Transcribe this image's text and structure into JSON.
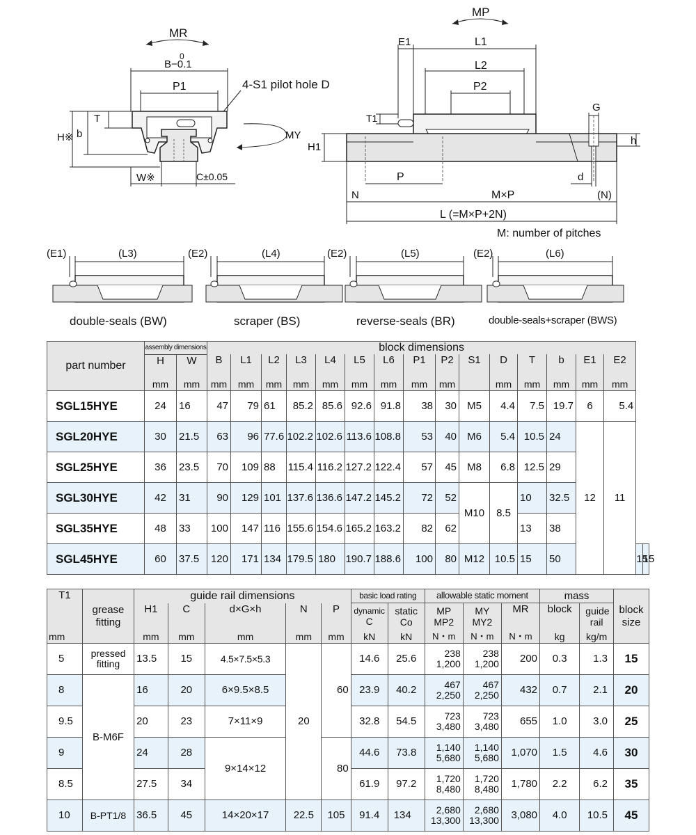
{
  "diagram1": {
    "mr": "MR",
    "b_tol": "B−0.1",
    "b_tol_top": "0",
    "p1": "P1",
    "pilot_hole": "4-S1 pilot hole D",
    "t": "T",
    "h": "H※",
    "b": "b",
    "my": "MY",
    "w": "W※",
    "c_tol": "C±0.05"
  },
  "diagram2": {
    "mp": "MP",
    "e1": "E1",
    "l1": "L1",
    "l2": "L2",
    "p2": "P2",
    "t1": "T1",
    "h1": "H1",
    "g": "G",
    "h": "h",
    "p": "P",
    "d": "d",
    "n": "N",
    "mxp": "M×P",
    "n_paren": "(N)",
    "l_formula": "L (=M×P+2N)",
    "m_note": "M: number of pitches"
  },
  "variants": [
    {
      "e": "(E1)",
      "l": "(L3)",
      "caption": "double-seals (BW)"
    },
    {
      "e": "(E2)",
      "l": "(L4)",
      "caption": "scraper (BS)"
    },
    {
      "e": "(E2)",
      "l": "(L5)",
      "caption": "reverse-seals (BR)"
    },
    {
      "e": "(E2)",
      "l": "(L6)",
      "caption": "double-seals+scraper (BWS)"
    }
  ],
  "table1": {
    "part_number": "part number",
    "assembly": "assembly dimensions",
    "block_dims": "block dimensions",
    "cols": [
      "H",
      "W",
      "B",
      "L1",
      "L2",
      "L3",
      "L4",
      "L5",
      "L6",
      "P1",
      "P2",
      "S1",
      "D",
      "T",
      "b",
      "E1",
      "E2"
    ],
    "units": [
      "mm",
      "mm",
      "mm",
      "mm",
      "mm",
      "mm",
      "mm",
      "mm",
      "mm",
      "mm",
      "mm",
      "",
      "mm",
      "mm",
      "mm",
      "mm",
      "mm"
    ],
    "rows": [
      {
        "pn": "SGL15HYE",
        "v": [
          "24",
          "16",
          "47",
          "79",
          "61",
          "85.2",
          "85.6",
          "92.6",
          "91.8",
          "38",
          "30",
          "M5",
          "4.4",
          "7.5",
          "19.7",
          "6",
          "5.4"
        ]
      },
      {
        "pn": "SGL20HYE",
        "v": [
          "30",
          "21.5",
          "63",
          "96",
          "77.6",
          "102.2",
          "102.6",
          "113.6",
          "108.8",
          "53",
          "40",
          "M6",
          "5.4",
          "10.5",
          "24"
        ]
      },
      {
        "pn": "SGL25HYE",
        "v": [
          "36",
          "23.5",
          "70",
          "109",
          "88",
          "115.4",
          "116.2",
          "127.2",
          "122.4",
          "57",
          "45",
          "M8",
          "6.8",
          "12.5",
          "29"
        ]
      },
      {
        "pn": "SGL30HYE",
        "v": [
          "42",
          "31",
          "90",
          "129",
          "101",
          "137.6",
          "136.6",
          "147.2",
          "145.2",
          "72",
          "52",
          "10",
          "32.5"
        ]
      },
      {
        "pn": "SGL35HYE",
        "v": [
          "48",
          "33",
          "100",
          "147",
          "116",
          "155.6",
          "154.6",
          "165.2",
          "163.2",
          "82",
          "62",
          "13",
          "38"
        ]
      },
      {
        "pn": "SGL45HYE",
        "v": [
          "60",
          "37.5",
          "120",
          "171",
          "134",
          "179.5",
          "180",
          "190.7",
          "188.6",
          "100",
          "80",
          "M12",
          "10.5",
          "15",
          "50",
          "15",
          "15"
        ]
      }
    ],
    "merged": {
      "s1": "M10",
      "d": "8.5",
      "e1": "12",
      "e2": "11"
    }
  },
  "table2": {
    "t1": "T1",
    "grease": "grease fitting",
    "rail_dims": "guide rail dimensions",
    "h1": "H1",
    "c": "C",
    "dgh": "d×G×h",
    "n": "N",
    "p": "P",
    "basic_load": "basic load rating",
    "dynamic": "dynamic",
    "static": "static",
    "c_dyn": "C",
    "co": "Co",
    "allow": "allowable static moment",
    "mp": "MP",
    "mp2": "MP2",
    "my": "MY",
    "my2": "MY2",
    "mr": "MR",
    "mass": "mass",
    "block": "block",
    "guide_rail": "guide rail",
    "block_size": "block size",
    "u_mm": "mm",
    "u_kn": "kN",
    "u_nm": "N・m",
    "u_kg": "kg",
    "u_kgm": "kg/m",
    "rows": [
      {
        "t1": "5",
        "grease": "pressed fitting",
        "h1": "13.5",
        "c": "15",
        "dgh": "4.5×7.5×5.3",
        "cd": "14.6",
        "co": "25.6",
        "mp": "238",
        "mp2": "1,200",
        "my": "238",
        "my2": "1,200",
        "mr": "200",
        "block": "0.3",
        "rail": "1.3",
        "size": "15"
      },
      {
        "t1": "8",
        "h1": "16",
        "c": "20",
        "dgh": "6×9.5×8.5",
        "cd": "23.9",
        "co": "40.2",
        "mp": "467",
        "mp2": "2,250",
        "my": "467",
        "my2": "2,250",
        "mr": "432",
        "block": "0.7",
        "rail": "2.1",
        "size": "20"
      },
      {
        "t1": "9.5",
        "h1": "20",
        "c": "23",
        "dgh": "7×11×9",
        "cd": "32.8",
        "co": "54.5",
        "mp": "723",
        "mp2": "3,480",
        "my": "723",
        "my2": "3,480",
        "mr": "655",
        "block": "1.0",
        "rail": "3.0",
        "size": "25"
      },
      {
        "t1": "9",
        "h1": "24",
        "c": "28",
        "cd": "44.6",
        "co": "73.8",
        "mp": "1,140",
        "mp2": "5,680",
        "my": "1,140",
        "my2": "5,680",
        "mr": "1,070",
        "block": "1.5",
        "rail": "4.6",
        "size": "30"
      },
      {
        "t1": "8.5",
        "h1": "27.5",
        "c": "34",
        "cd": "61.9",
        "co": "97.2",
        "mp": "1,720",
        "mp2": "8,480",
        "my": "1,720",
        "my2": "8,480",
        "mr": "1,780",
        "block": "2.2",
        "rail": "6.2",
        "size": "35"
      },
      {
        "t1": "10",
        "grease": "B-PT1/8",
        "h1": "36.5",
        "c": "45",
        "dgh": "14×20×17",
        "n": "22.5",
        "p": "105",
        "cd": "91.4",
        "co": "134",
        "mp": "2,680",
        "mp2": "13,300",
        "my": "2,680",
        "my2": "13,300",
        "mr": "3,080",
        "block": "4.0",
        "rail": "10.5",
        "size": "45"
      }
    ],
    "merged": {
      "grease_b": "B-M6F",
      "n": "20",
      "p60": "60",
      "p80": "80",
      "dgh_30": "9×14×12"
    }
  }
}
